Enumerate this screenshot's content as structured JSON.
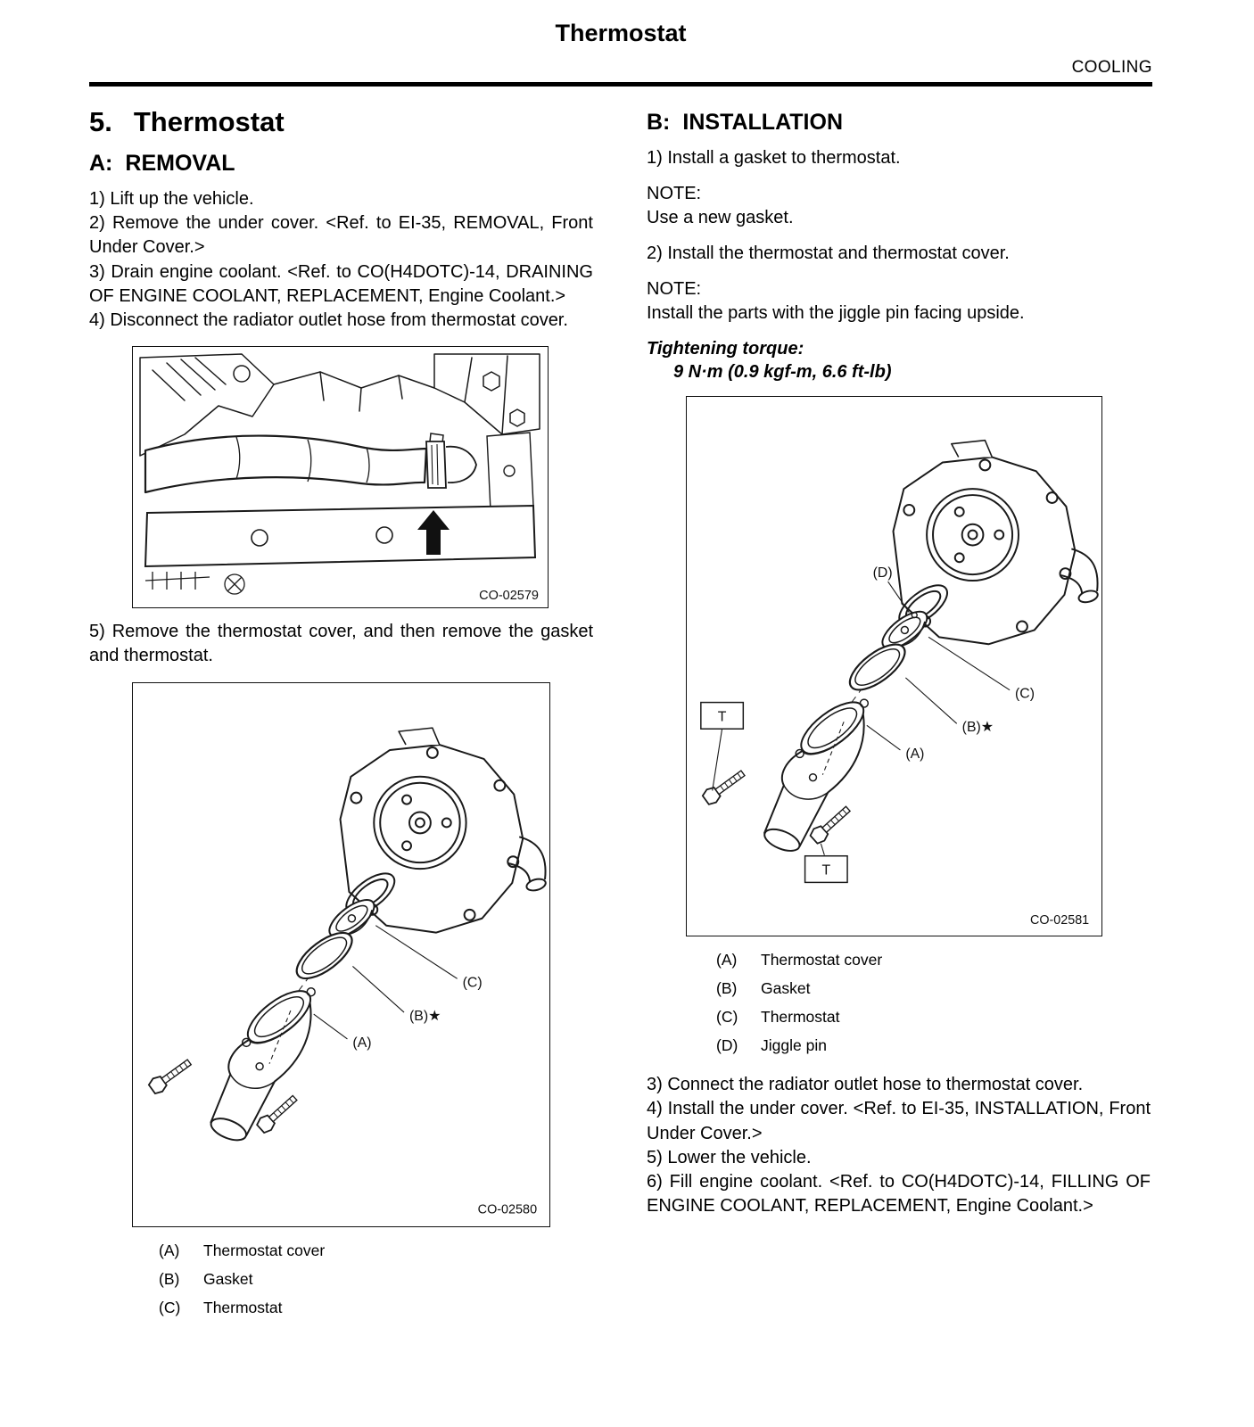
{
  "header": {
    "title": "Thermostat",
    "section": "COOLING"
  },
  "removal": {
    "chapter_number": "5.",
    "chapter_title": "Thermostat",
    "heading_prefix": "A:",
    "heading_title": "REMOVAL",
    "steps": [
      "1) Lift up the vehicle.",
      "2) Remove the under cover. <Ref. to EI-35, REMOVAL, Front Under Cover.>",
      "3) Drain engine coolant. <Ref. to CO(H4DOTC)-14, DRAINING OF ENGINE COOLANT, REPLACEMENT, Engine Coolant.>",
      "4) Disconnect the radiator outlet hose from thermostat cover."
    ],
    "step5": "5) Remove the thermostat cover, and then remove the gasket and thermostat.",
    "figure1": {
      "code": "CO-02579"
    },
    "figure2": {
      "code": "CO-02580",
      "callout_a": "(A)",
      "callout_b": "(B)★",
      "callout_c": "(C)"
    },
    "legend": [
      {
        "key": "(A)",
        "label": "Thermostat cover"
      },
      {
        "key": "(B)",
        "label": "Gasket"
      },
      {
        "key": "(C)",
        "label": "Thermostat"
      }
    ]
  },
  "installation": {
    "heading_prefix": "B:",
    "heading_title": "INSTALLATION",
    "step1": "1) Install a gasket to thermostat.",
    "note_label": "NOTE:",
    "note1": "Use a new gasket.",
    "step2": "2) Install the thermostat and thermostat cover.",
    "note2": "Install the parts with the jiggle pin facing upside.",
    "torque_label": "Tightening torque:",
    "torque_value": "9 N·m (0.9 kgf-m, 6.6 ft-lb)",
    "figure": {
      "code": "CO-02581",
      "callout_a": "(A)",
      "callout_b": "(B)★",
      "callout_c": "(C)",
      "callout_d": "(D)",
      "callout_t": "T"
    },
    "legend": [
      {
        "key": "(A)",
        "label": "Thermostat cover"
      },
      {
        "key": "(B)",
        "label": "Gasket"
      },
      {
        "key": "(C)",
        "label": "Thermostat"
      },
      {
        "key": "(D)",
        "label": "Jiggle pin"
      }
    ],
    "steps_after": [
      "3) Connect the radiator outlet hose to thermostat cover.",
      "4) Install the under cover. <Ref. to EI-35, INSTALLATION, Front Under Cover.>",
      "5) Lower the vehicle.",
      "6) Fill engine coolant. <Ref. to CO(H4DOTC)-14, FILLING OF ENGINE COOLANT, REPLACEMENT, Engine Coolant.>"
    ]
  }
}
